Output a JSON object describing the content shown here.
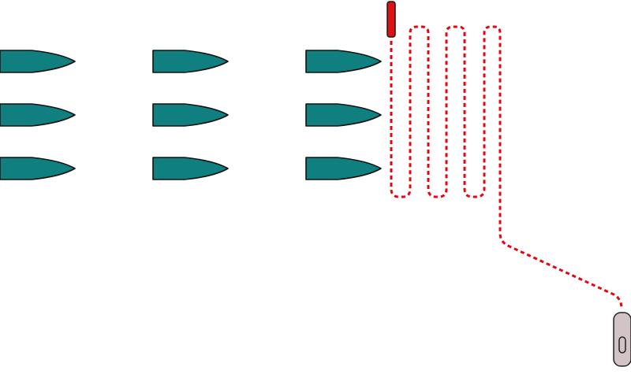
{
  "colors": {
    "background": "#ffffff",
    "boat_fill": "#0f7f80",
    "boat_stroke": "#111111",
    "path": "#e30613",
    "marker_fill": "#dd1111",
    "device_fill": "#d2c4c6",
    "device_stroke": "#222222"
  },
  "formation": {
    "columns": 3,
    "rows": 3,
    "boat_icon": "boat-hull-icon"
  },
  "search_pattern": {
    "type": "serpentine",
    "line_style": "dashed",
    "legs": 6,
    "marker_icon": "red-marker-icon",
    "device_icon": "capsule-device-icon"
  }
}
